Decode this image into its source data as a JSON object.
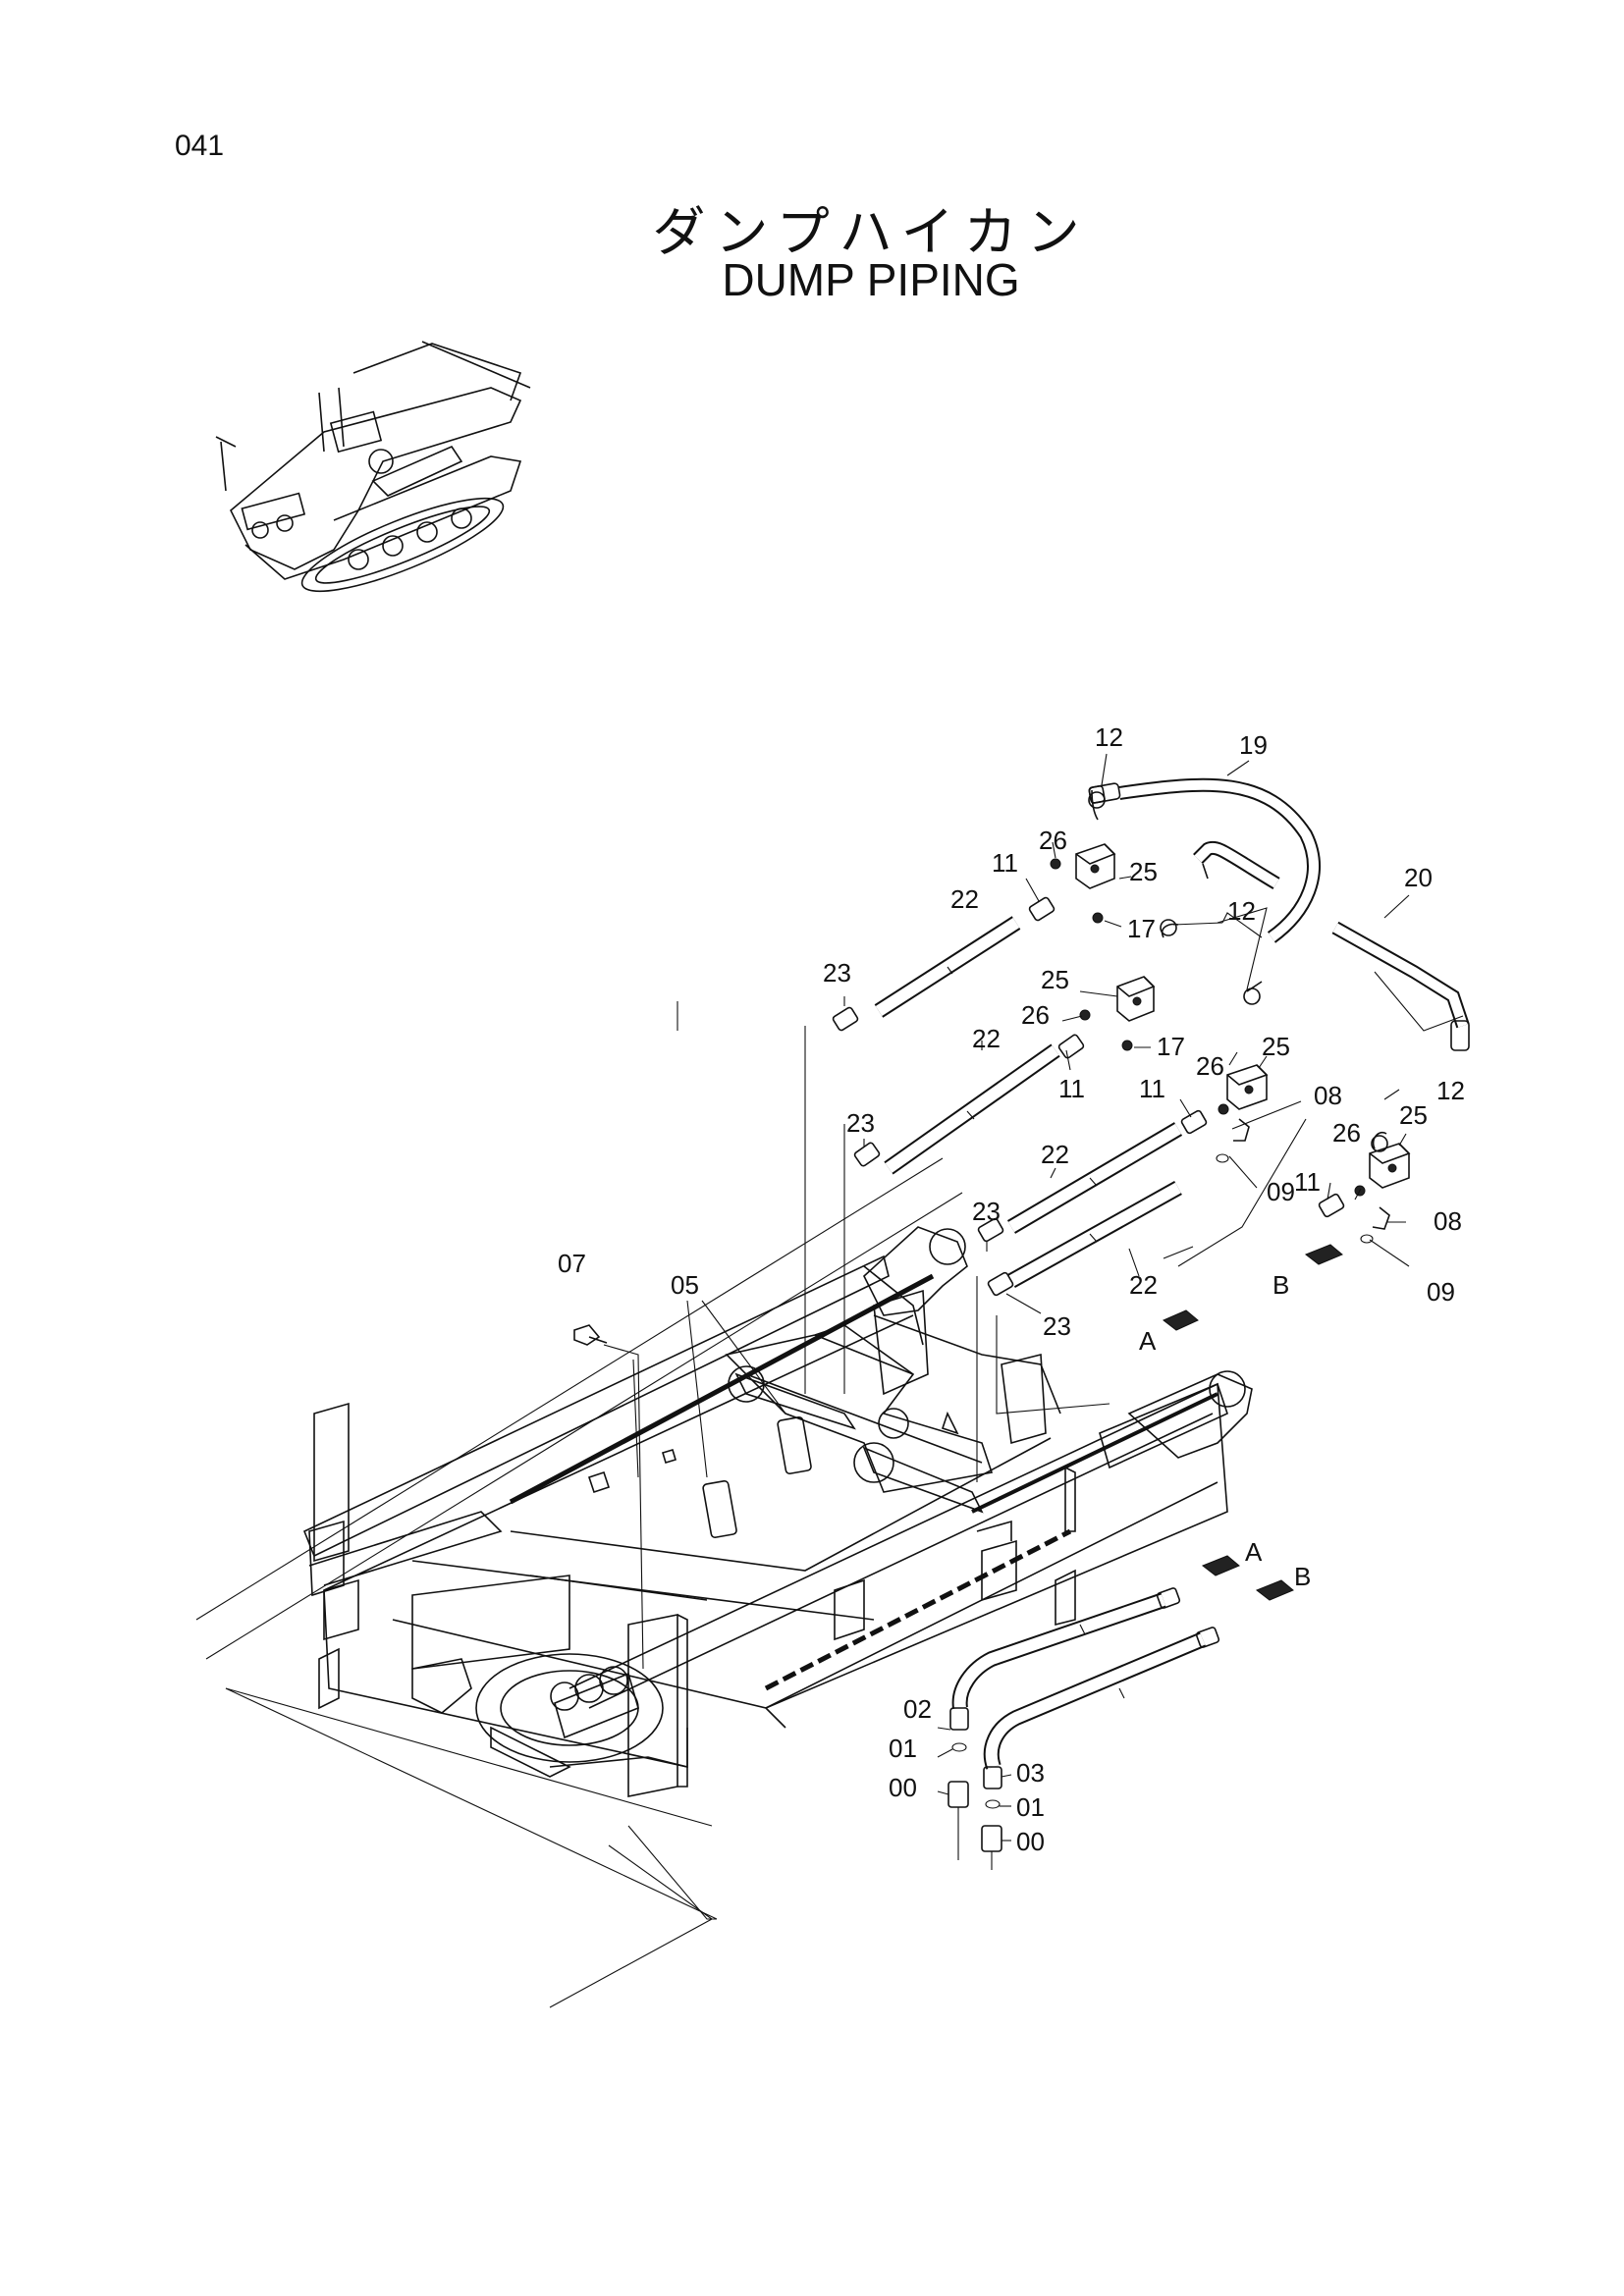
{
  "page": {
    "number": "041",
    "title_jp": "ダンプハイカン",
    "title_en": "DUMP PIPING"
  },
  "callouts": {
    "p00a": "00",
    "p00b": "00",
    "p01a": "01",
    "p01b": "01",
    "p02": "02",
    "p03": "03",
    "p05": "05",
    "p07": "07",
    "p08a": "08",
    "p08b": "08",
    "p09a": "09",
    "p09b": "09",
    "p11a": "11",
    "p11b": "11",
    "p11c": "11",
    "p11d": "11",
    "p12a": "12",
    "p12b": "12",
    "p12c": "12",
    "p17a": "17",
    "p17b": "17",
    "p19": "19",
    "p20": "20",
    "p22a": "22",
    "p22b": "22",
    "p22c": "22",
    "p22d": "22",
    "p23a": "23",
    "p23b": "23",
    "p23c": "23",
    "p23d": "23",
    "p25a": "25",
    "p25b": "25",
    "p25c": "25",
    "p25d": "25",
    "p26a": "26",
    "p26b": "26",
    "p26c": "26",
    "p26d": "26"
  },
  "view_markers": {
    "a1": "A",
    "b1": "B",
    "a2": "A",
    "b2": "B"
  }
}
